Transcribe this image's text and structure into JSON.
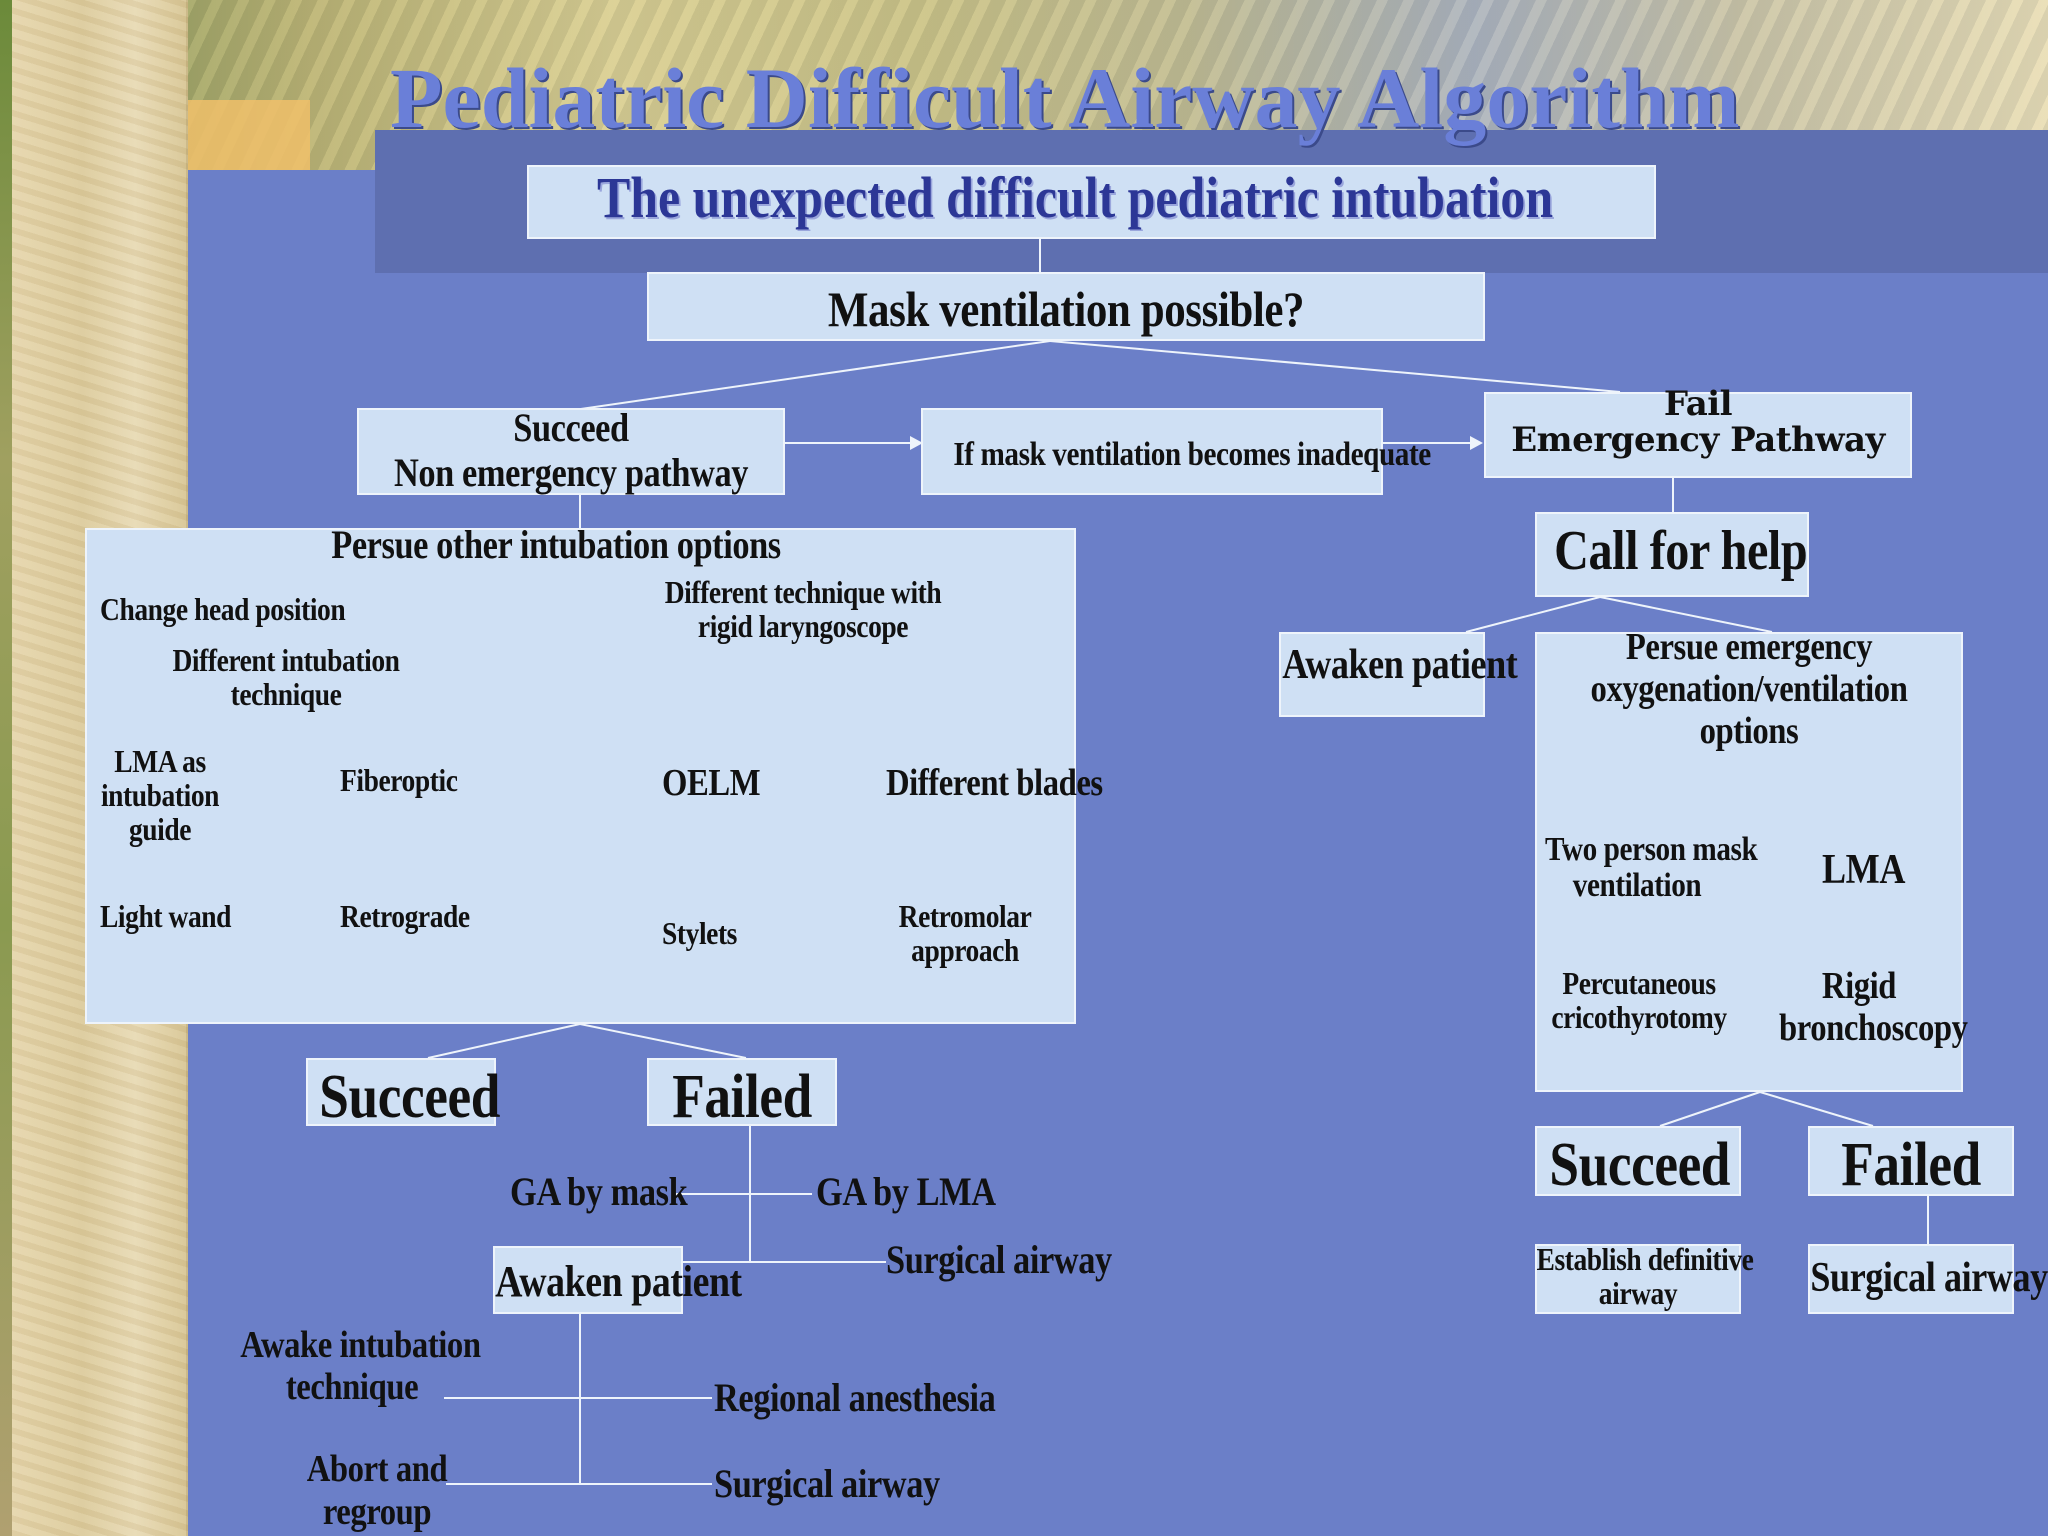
{
  "title": "Pediatric Difficult Airway Algorithm",
  "subtitle": "The unexpected difficult pediatric intubation",
  "mask_question": "Mask ventilation possible?",
  "succeed_box": {
    "line1": "Succeed",
    "line2": "Non emergency pathway"
  },
  "inadequate": "If mask ventilation becomes inadequate",
  "fail_box": {
    "line1": "Fail",
    "line2": "Emergency Pathway"
  },
  "persue_other": "Persue other intubation options",
  "change_head": "Change head position",
  "diff_tech_rigid": {
    "line1": "Different technique with",
    "line2": "rigid laryngoscope"
  },
  "diff_intubation": {
    "line1": "Different intubation",
    "line2": "technique"
  },
  "lma_guide": {
    "line1": "LMA as",
    "line2": "intubation",
    "line3": "guide"
  },
  "fiberoptic": "Fiberoptic",
  "light_wand": "Light wand",
  "retrograde": "Retrograde",
  "oelm": "OELM",
  "different_blades": "Different blades",
  "stylets": "Stylets",
  "retromolar": {
    "line1": "Retromolar",
    "line2": "approach"
  },
  "succeed_left": "Succeed",
  "failed_left": "Failed",
  "ga_mask": "GA by mask",
  "ga_lma": "GA by LMA",
  "awaken_patient_left": "Awaken patient",
  "surgical_airway_1": "Surgical airway",
  "awake_intubation": {
    "line1": "Awake intubation",
    "line2": "technique"
  },
  "regional": "Regional anesthesia",
  "abort": {
    "line1": "Abort and",
    "line2": "regroup"
  },
  "surgical_airway_2": "Surgical airway",
  "call_help": "Call for help",
  "awaken_patient_right": "Awaken patient",
  "persue_emergency": {
    "line1": "Persue emergency",
    "line2": "oxygenation/ventilation",
    "line3": "options"
  },
  "two_person": {
    "line1": "Two person mask",
    "line2": "ventilation"
  },
  "lma": "LMA",
  "percutaneous": {
    "line1": "Percutaneous",
    "line2": "cricothyrotomy"
  },
  "rigid_bronch": {
    "line1": "Rigid",
    "line2": "bronchoscopy"
  },
  "succeed_right": "Succeed",
  "failed_right": "Failed",
  "establish": {
    "line1": "Establish definitive",
    "line2": "airway"
  },
  "surgical_airway_3": "Surgical airway"
}
